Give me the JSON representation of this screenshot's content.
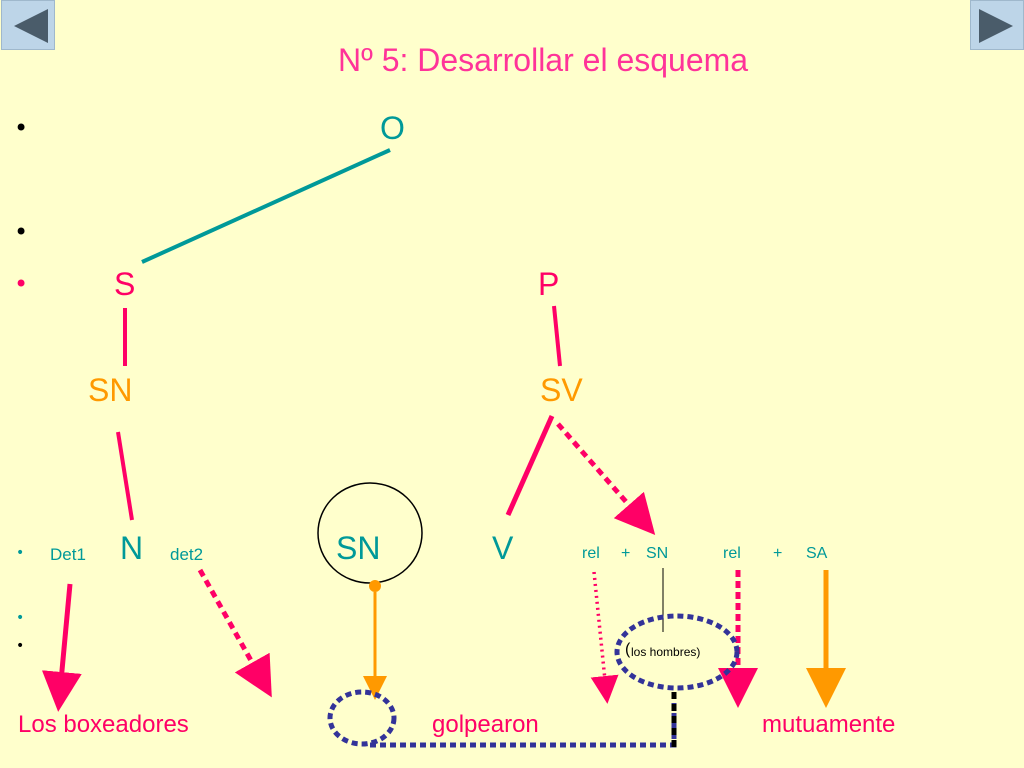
{
  "title": "Nº 5: Desarrollar el esquema",
  "nodes": {
    "O": "O",
    "S": "S",
    "P": "P",
    "SN_subject": "SN",
    "SV": "SV",
    "Det1": "Det1",
    "N": "N",
    "det2": "det2",
    "SN_circled": "SN",
    "V": "V",
    "rel1": "rel",
    "plus1": "+",
    "SN_small": "SN",
    "rel2": "rel",
    "plus2": "+",
    "SA": "SA",
    "los_hombres_paren": "(",
    "los_hombres": "los hombres)"
  },
  "words": {
    "los_boxeadores": "Los boxeadores",
    "golpearon": "golpearon",
    "mutuamente": "mutuamente"
  },
  "bullet": "•",
  "colors": {
    "background": "#FFFFCC",
    "teal": "#009999",
    "magenta": "#FF3399",
    "crimson": "#FF0066",
    "orange": "#FF9900",
    "navy": "#333399",
    "black": "#000000"
  },
  "icons": {
    "prev": "triangle-left-icon",
    "next": "triangle-right-icon"
  }
}
